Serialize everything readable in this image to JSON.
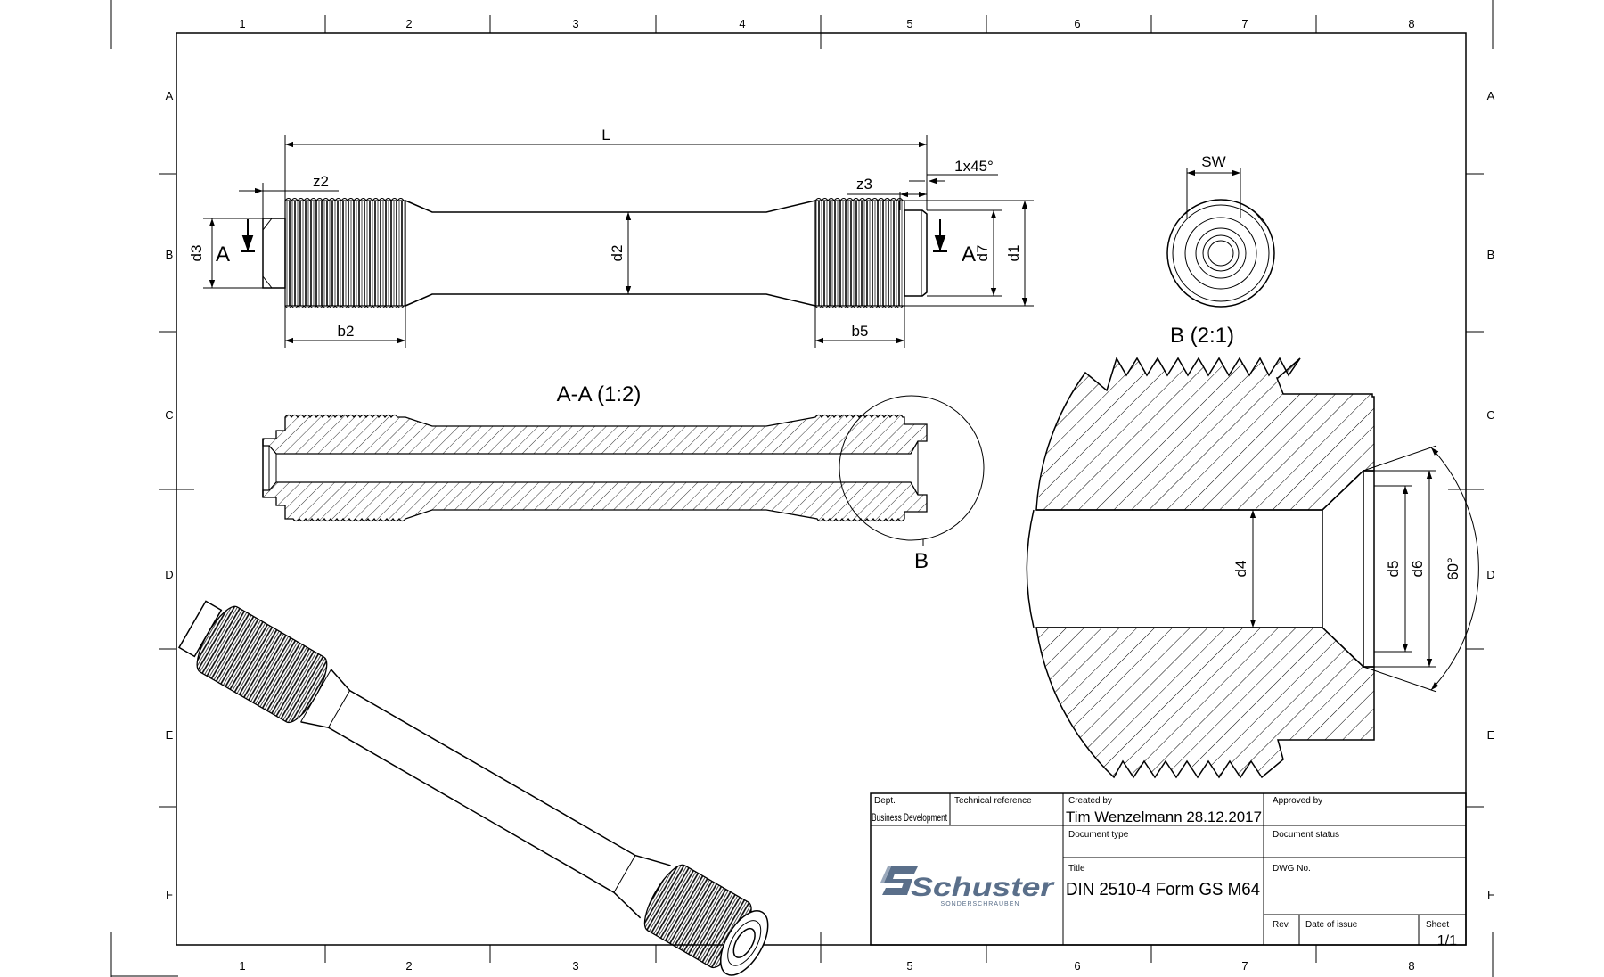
{
  "border": {
    "columns": [
      "1",
      "2",
      "3",
      "4",
      "5",
      "6",
      "7",
      "8"
    ],
    "rows": [
      "A",
      "B",
      "C",
      "D",
      "E",
      "F"
    ]
  },
  "views": {
    "section_title": "A-A (1:2)",
    "detail_title": "B (2:1)",
    "detail_marker": "B",
    "section_marker_left": "A",
    "section_marker_right": "A"
  },
  "dimensions": {
    "L": "L",
    "z2": "z2",
    "z3": "z3",
    "chamfer": "1x45°",
    "d3": "d3",
    "d2": "d2",
    "d7": "d7",
    "d1": "d1",
    "b2": "b2",
    "b5": "b5",
    "SW": "SW",
    "d4": "d4",
    "d5": "d5",
    "d6": "d6",
    "angle": "60°"
  },
  "title_block": {
    "dept_label": "Dept.",
    "dept_value": "Business Development",
    "tech_ref_label": "Technical reference",
    "created_label": "Created by",
    "created_value": "Tim Wenzelmann 28.12.2017",
    "approved_label": "Approved by",
    "doctype_label": "Document type",
    "docstatus_label": "Document status",
    "title_label": "Title",
    "title_value": "DIN 2510-4 Form GS  M64",
    "dwg_label": "DWG No.",
    "rev_label": "Rev.",
    "date_label": "Date of issue",
    "sheet_label": "Sheet",
    "sheet_value": "1/1",
    "logo_text": "Schuster",
    "logo_sub": "SONDERSCHRAUBEN",
    "logo_color": "#5a6f8a"
  }
}
